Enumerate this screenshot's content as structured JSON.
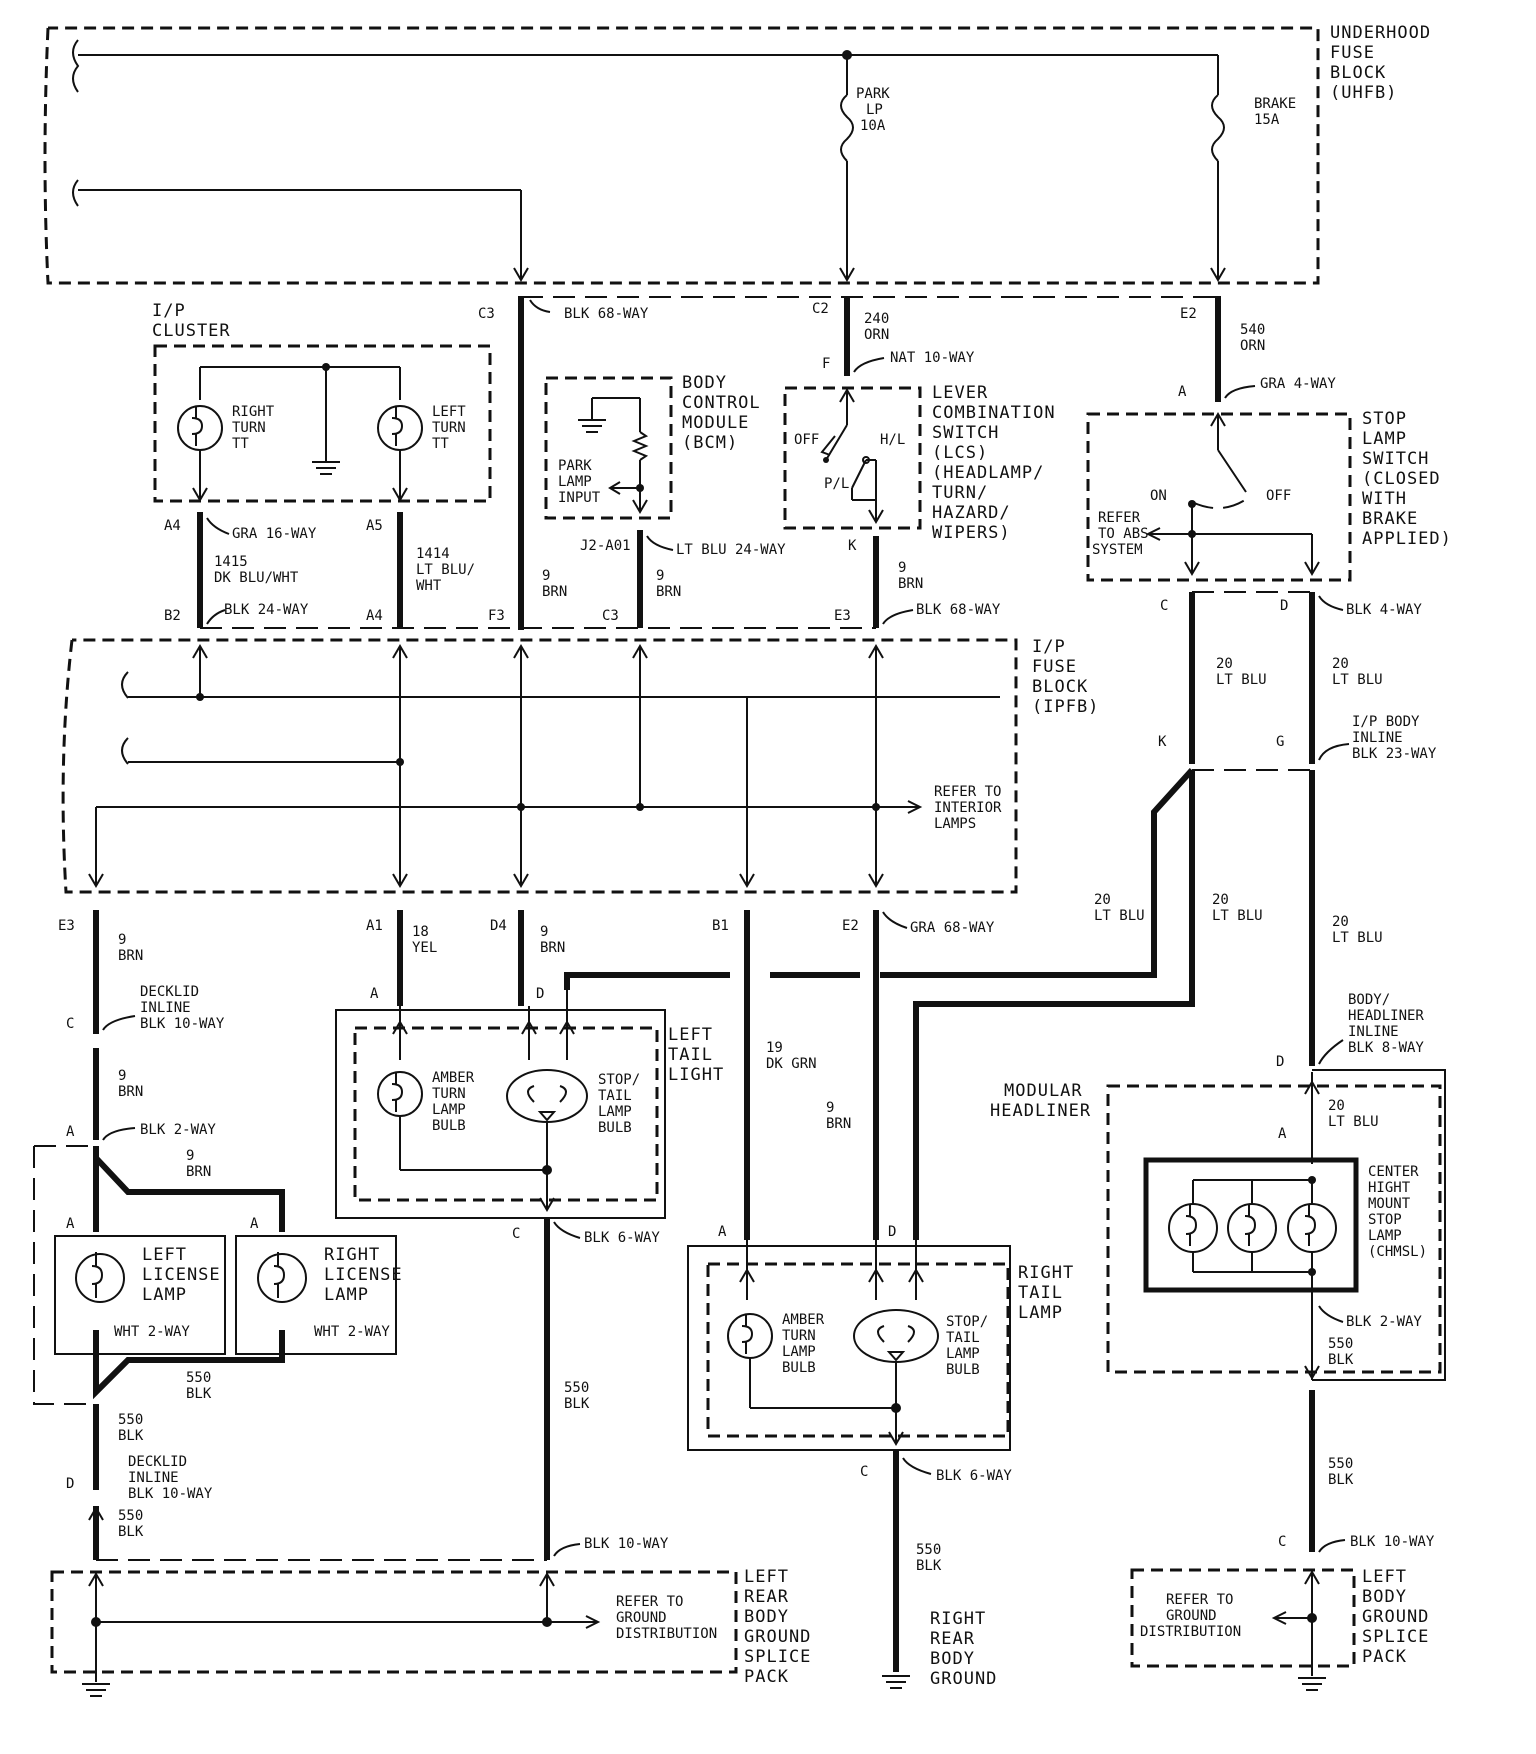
{
  "uhfb": {
    "l1": "UNDERHOOD",
    "l2": "FUSE",
    "l3": "BLOCK",
    "l4": "(UHFB)"
  },
  "fuse_park": {
    "l1": "PARK",
    "l2": "LP",
    "l3": "10A"
  },
  "fuse_brake": {
    "l1": "BRAKE",
    "l2": "15A"
  },
  "ip_cluster": {
    "l1": "I/P",
    "l2": "CLUSTER",
    "right_turn": [
      "RIGHT",
      "TURN",
      "TT"
    ],
    "left_turn": [
      "LEFT",
      "TURN",
      "TT"
    ]
  },
  "bcm": {
    "l1": "BODY",
    "l2": "CONTROL",
    "l3": "MODULE",
    "l4": "(BCM)",
    "input": [
      "PARK",
      "LAMP",
      "INPUT"
    ]
  },
  "lcs": {
    "l1": "LEVER",
    "l2": "COMBINATION",
    "l3": "SWITCH",
    "l4": "(LCS)",
    "l5": "(HEADLAMP/",
    "l6": "TURN/",
    "l7": "HAZARD/",
    "l8": "WIPERS)",
    "off": "OFF",
    "hl": "H/L",
    "pl": "P/L"
  },
  "stop_switch": {
    "l1": "STOP",
    "l2": "LAMP",
    "l3": "SWITCH",
    "l4": "(CLOSED",
    "l5": "WITH",
    "l6": "BRAKE",
    "l7": "APPLIED)",
    "on": "ON",
    "off": "OFF",
    "refer": [
      "REFER",
      "TO ABS",
      "SYSTEM"
    ]
  },
  "ipfb": {
    "l1": "I/P",
    "l2": "FUSE",
    "l3": "BLOCK",
    "l4": "(IPFB)",
    "refer": [
      "REFER TO",
      "INTERIOR",
      "LAMPS"
    ]
  },
  "pins": {
    "c3": "C3",
    "c2": "C2",
    "e2": "E2",
    "f": "F",
    "a": "A",
    "a4": "A4",
    "a5": "A5",
    "b2": "B2",
    "a4b": "A4",
    "f3": "F3",
    "c3b": "C3",
    "e3": "E3",
    "k": "K",
    "j2": "J2-A01",
    "c": "C",
    "d": "D",
    "k2": "K",
    "g": "G",
    "e3b": "E3",
    "a1": "A1",
    "d4": "D4",
    "b1": "B1",
    "e2b": "E2"
  },
  "wires": {
    "blk68": "BLK 68-WAY",
    "w240": [
      "240",
      "ORN"
    ],
    "nat10": "NAT 10-WAY",
    "w540": [
      "540",
      "ORN"
    ],
    "gra4": "GRA 4-WAY",
    "gra16": "GRA 16-WAY",
    "w1415": [
      "1415",
      "DK BLU/WHT"
    ],
    "w1414": [
      "1414",
      "LT BLU/",
      "WHT"
    ],
    "blk24": "BLK 24-WAY",
    "brn9": [
      "9",
      "BRN"
    ],
    "ltblu24": "LT BLU 24-WAY",
    "blk68b": "BLK 68-WAY",
    "blk4": "BLK 4-WAY",
    "ltblu20": [
      "20",
      "LT BLU"
    ],
    "ipbody": [
      "I/P BODY",
      "INLINE",
      "BLK 23-WAY"
    ],
    "yel18": [
      "18",
      "YEL"
    ],
    "gra68": "GRA 68-WAY",
    "dkgrn19": [
      "19",
      "DK GRN"
    ],
    "decklid": [
      "DECKLID",
      "INLINE",
      "BLK 10-WAY"
    ],
    "blk2": "BLK 2-WAY",
    "wht2": "WHT 2-WAY",
    "blk550": [
      "550",
      "BLK"
    ],
    "blk6": "BLK 6-WAY",
    "blk10": "BLK 10-WAY",
    "bodyhl": [
      "BODY/",
      "HEADLINER",
      "INLINE",
      "BLK 8-WAY"
    ]
  },
  "left_tail": {
    "l1": "LEFT",
    "l2": "TAIL",
    "l3": "LIGHT",
    "amber": [
      "AMBER",
      "TURN",
      "LAMP",
      "BULB"
    ],
    "stop": [
      "STOP/",
      "TAIL",
      "LAMP",
      "BULB"
    ]
  },
  "right_tail": {
    "l1": "RIGHT",
    "l2": "TAIL",
    "l3": "LAMP",
    "amber": [
      "AMBER",
      "TURN",
      "LAMP",
      "BULB"
    ],
    "stop": [
      "STOP/",
      "TAIL",
      "LAMP",
      "BULB"
    ]
  },
  "license": {
    "left": [
      "LEFT",
      "LICENSE",
      "LAMP"
    ],
    "right": [
      "RIGHT",
      "LICENSE",
      "LAMP"
    ]
  },
  "headliner": {
    "l1": "MODULAR",
    "l2": "HEADLINER",
    "chmsl": [
      "CENTER",
      "HIGHT",
      "MOUNT",
      "STOP",
      "LAMP",
      "(CHMSL)"
    ]
  },
  "grounds": {
    "left_rear": [
      "LEFT",
      "REAR",
      "BODY",
      "GROUND",
      "SPLICE",
      "PACK"
    ],
    "left_refer": [
      "REFER TO",
      "GROUND",
      "DISTRIBUTION"
    ],
    "right_rear": [
      "RIGHT",
      "REAR",
      "BODY",
      "GROUND"
    ],
    "left_body": [
      "LEFT",
      "BODY",
      "GROUND",
      "SPLICE",
      "PACK"
    ],
    "body_refer": [
      "REFER TO",
      "GROUND",
      "DISTRIBUTION"
    ]
  }
}
